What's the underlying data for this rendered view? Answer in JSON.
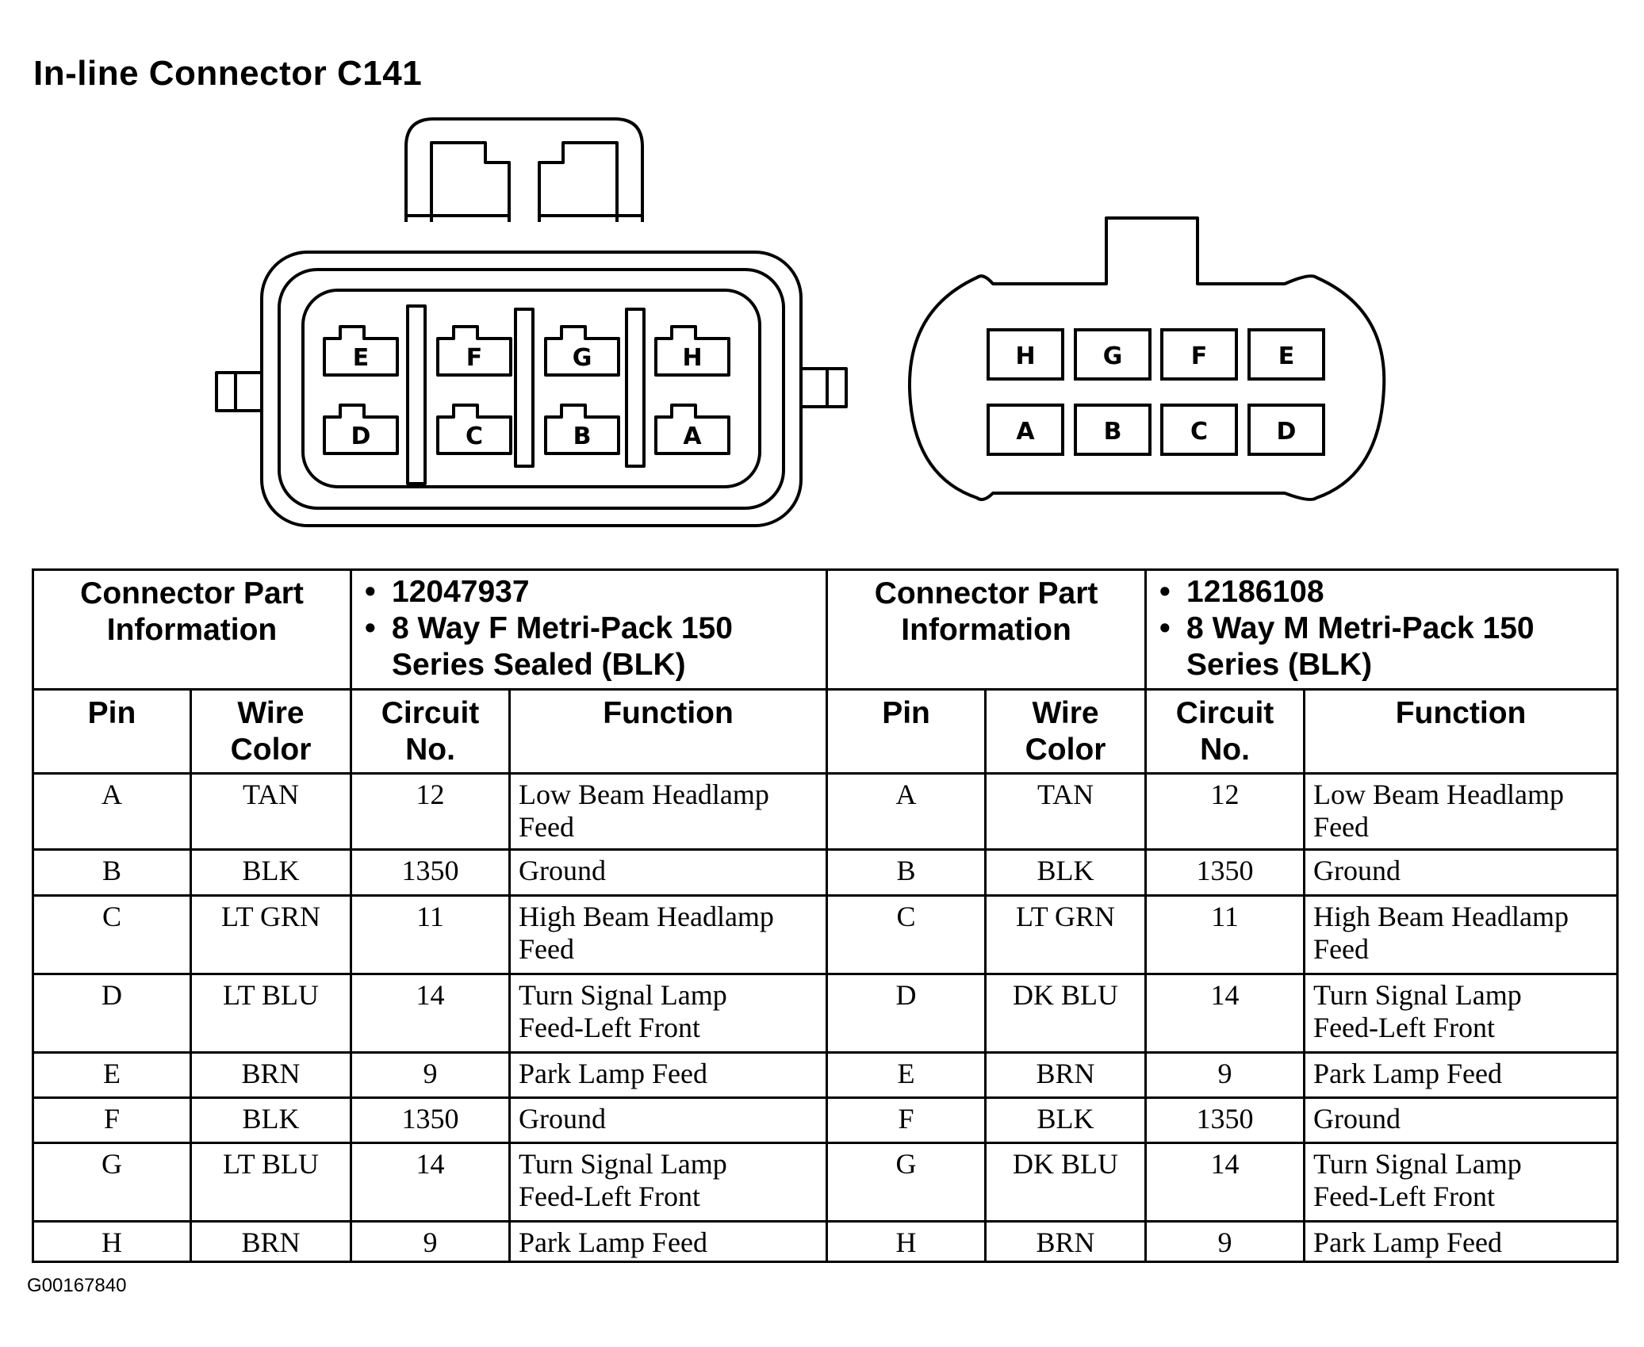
{
  "title": "In-line Connector C141",
  "female_connector": {
    "top_row": [
      "E",
      "F",
      "G",
      "H"
    ],
    "bottom_row": [
      "D",
      "C",
      "B",
      "A"
    ]
  },
  "male_connector": {
    "top_row": [
      "H",
      "G",
      "F",
      "E"
    ],
    "bottom_row": [
      "A",
      "B",
      "C",
      "D"
    ]
  },
  "table": {
    "part_info_label_line1": "Connector Part",
    "part_info_label_line2": "Information",
    "left_part": {
      "number": "12047937",
      "desc_line1": "8 Way F Metri-Pack 150",
      "desc_line2": "Series Sealed (BLK)"
    },
    "right_part": {
      "number": "12186108",
      "desc_line1": "8 Way M Metri-Pack 150",
      "desc_line2": "Series (BLK)"
    },
    "headers": {
      "pin": "Pin",
      "wire_line1": "Wire",
      "wire_line2": "Color",
      "circuit_line1": "Circuit",
      "circuit_line2": "No.",
      "function": "Function"
    },
    "rows": [
      {
        "pin": "A",
        "l_wire": "TAN",
        "l_circuit": "12",
        "l_fn1": "Low Beam Headlamp",
        "l_fn2": "Feed",
        "r_wire": "TAN",
        "r_circuit": "12",
        "r_fn1": "Low Beam Headlamp",
        "r_fn2": "Feed"
      },
      {
        "pin": "B",
        "l_wire": "BLK",
        "l_circuit": "1350",
        "l_fn1": "Ground",
        "l_fn2": "",
        "r_wire": "BLK",
        "r_circuit": "1350",
        "r_fn1": "Ground",
        "r_fn2": ""
      },
      {
        "pin": "C",
        "l_wire": "LT GRN",
        "l_circuit": "11",
        "l_fn1": "High Beam Headlamp",
        "l_fn2": "Feed",
        "r_wire": "LT GRN",
        "r_circuit": "11",
        "r_fn1": "High Beam Headlamp",
        "r_fn2": "Feed"
      },
      {
        "pin": "D",
        "l_wire": "LT BLU",
        "l_circuit": "14",
        "l_fn1": "Turn Signal Lamp",
        "l_fn2": "Feed-Left Front",
        "r_wire": "DK BLU",
        "r_circuit": "14",
        "r_fn1": "Turn Signal Lamp",
        "r_fn2": "Feed-Left Front"
      },
      {
        "pin": "E",
        "l_wire": "BRN",
        "l_circuit": "9",
        "l_fn1": "Park Lamp Feed",
        "l_fn2": "",
        "r_wire": "BRN",
        "r_circuit": "9",
        "r_fn1": "Park Lamp Feed",
        "r_fn2": ""
      },
      {
        "pin": "F",
        "l_wire": "BLK",
        "l_circuit": "1350",
        "l_fn1": "Ground",
        "l_fn2": "",
        "r_wire": "BLK",
        "r_circuit": "1350",
        "r_fn1": "Ground",
        "r_fn2": ""
      },
      {
        "pin": "G",
        "l_wire": "LT BLU",
        "l_circuit": "14",
        "l_fn1": "Turn Signal Lamp",
        "l_fn2": "Feed-Left Front",
        "r_wire": "DK BLU",
        "r_circuit": "14",
        "r_fn1": "Turn Signal Lamp",
        "r_fn2": "Feed-Left Front"
      },
      {
        "pin": "H",
        "l_wire": "BRN",
        "l_circuit": "9",
        "l_fn1": "Park Lamp Feed",
        "l_fn2": "",
        "r_wire": "BRN",
        "r_circuit": "9",
        "r_fn1": "Park Lamp Feed",
        "r_fn2": ""
      }
    ]
  },
  "figure_id": "G00167840"
}
